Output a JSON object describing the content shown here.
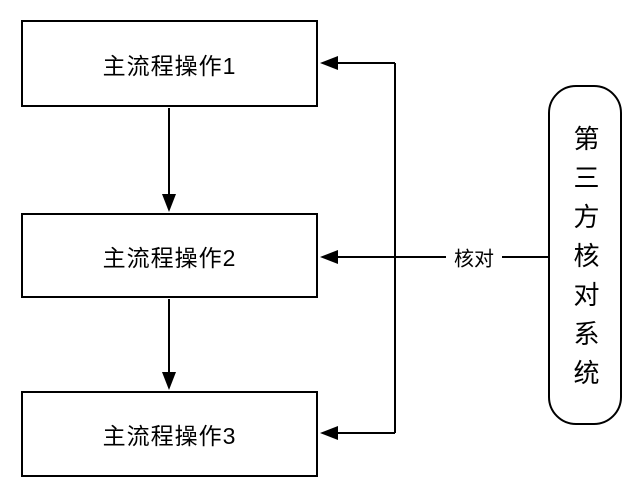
{
  "diagram": {
    "process_boxes": [
      {
        "label": "主流程操作1"
      },
      {
        "label": "主流程操作2"
      },
      {
        "label": "主流程操作3"
      }
    ],
    "side_system": {
      "label": "第三方核对系统"
    },
    "connector": {
      "label": "核对"
    },
    "colors": {
      "line": "#000000",
      "text": "#000000",
      "background": "#ffffff"
    }
  }
}
